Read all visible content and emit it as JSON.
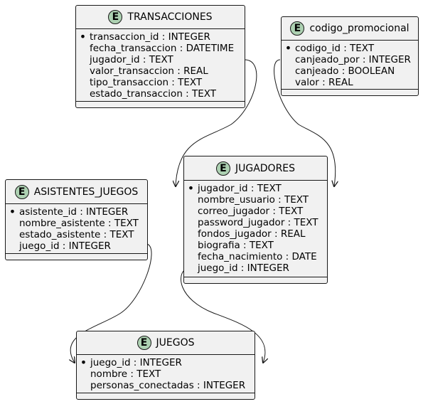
{
  "entities": {
    "transacciones": {
      "badge": "E",
      "name": "TRANSACCIONES",
      "fields": [
        "transaccion_id : INTEGER",
        "fecha_transaccion : DATETIME",
        "jugador_id : TEXT",
        "valor_transaccion : REAL",
        "tipo_transaccion : TEXT",
        "estado_transaccion : TEXT"
      ]
    },
    "codigo_promocional": {
      "badge": "E",
      "name": "codigo_promocional",
      "fields": [
        "codigo_id : TEXT",
        "canjeado_por : INTEGER",
        "canjeado : BOOLEAN",
        "valor : REAL"
      ]
    },
    "asistentes_juegos": {
      "badge": "E",
      "name": "ASISTENTES_JUEGOS",
      "fields": [
        "asistente_id : INTEGER",
        "nombre_asistente : TEXT",
        "estado_asistente : TEXT",
        "juego_id : INTEGER"
      ]
    },
    "jugadores": {
      "badge": "E",
      "name": "JUGADORES",
      "fields": [
        "jugador_id : TEXT",
        "nombre_usuario : TEXT",
        "correo_jugador : TEXT",
        "password_jugador : TEXT",
        "fondos_jugador : REAL",
        "biografia : TEXT",
        "fecha_nacimiento : DATE",
        "juego_id : INTEGER"
      ]
    },
    "juegos": {
      "badge": "E",
      "name": "JUEGOS",
      "fields": [
        "juego_id : INTEGER",
        "nombre : TEXT",
        "personas_conectadas : INTEGER"
      ]
    }
  },
  "primary_key_marker": "•",
  "colors": {
    "entity_fill": "#f1f1f1",
    "badge_fill": "#add1b2",
    "line": "#181818"
  }
}
